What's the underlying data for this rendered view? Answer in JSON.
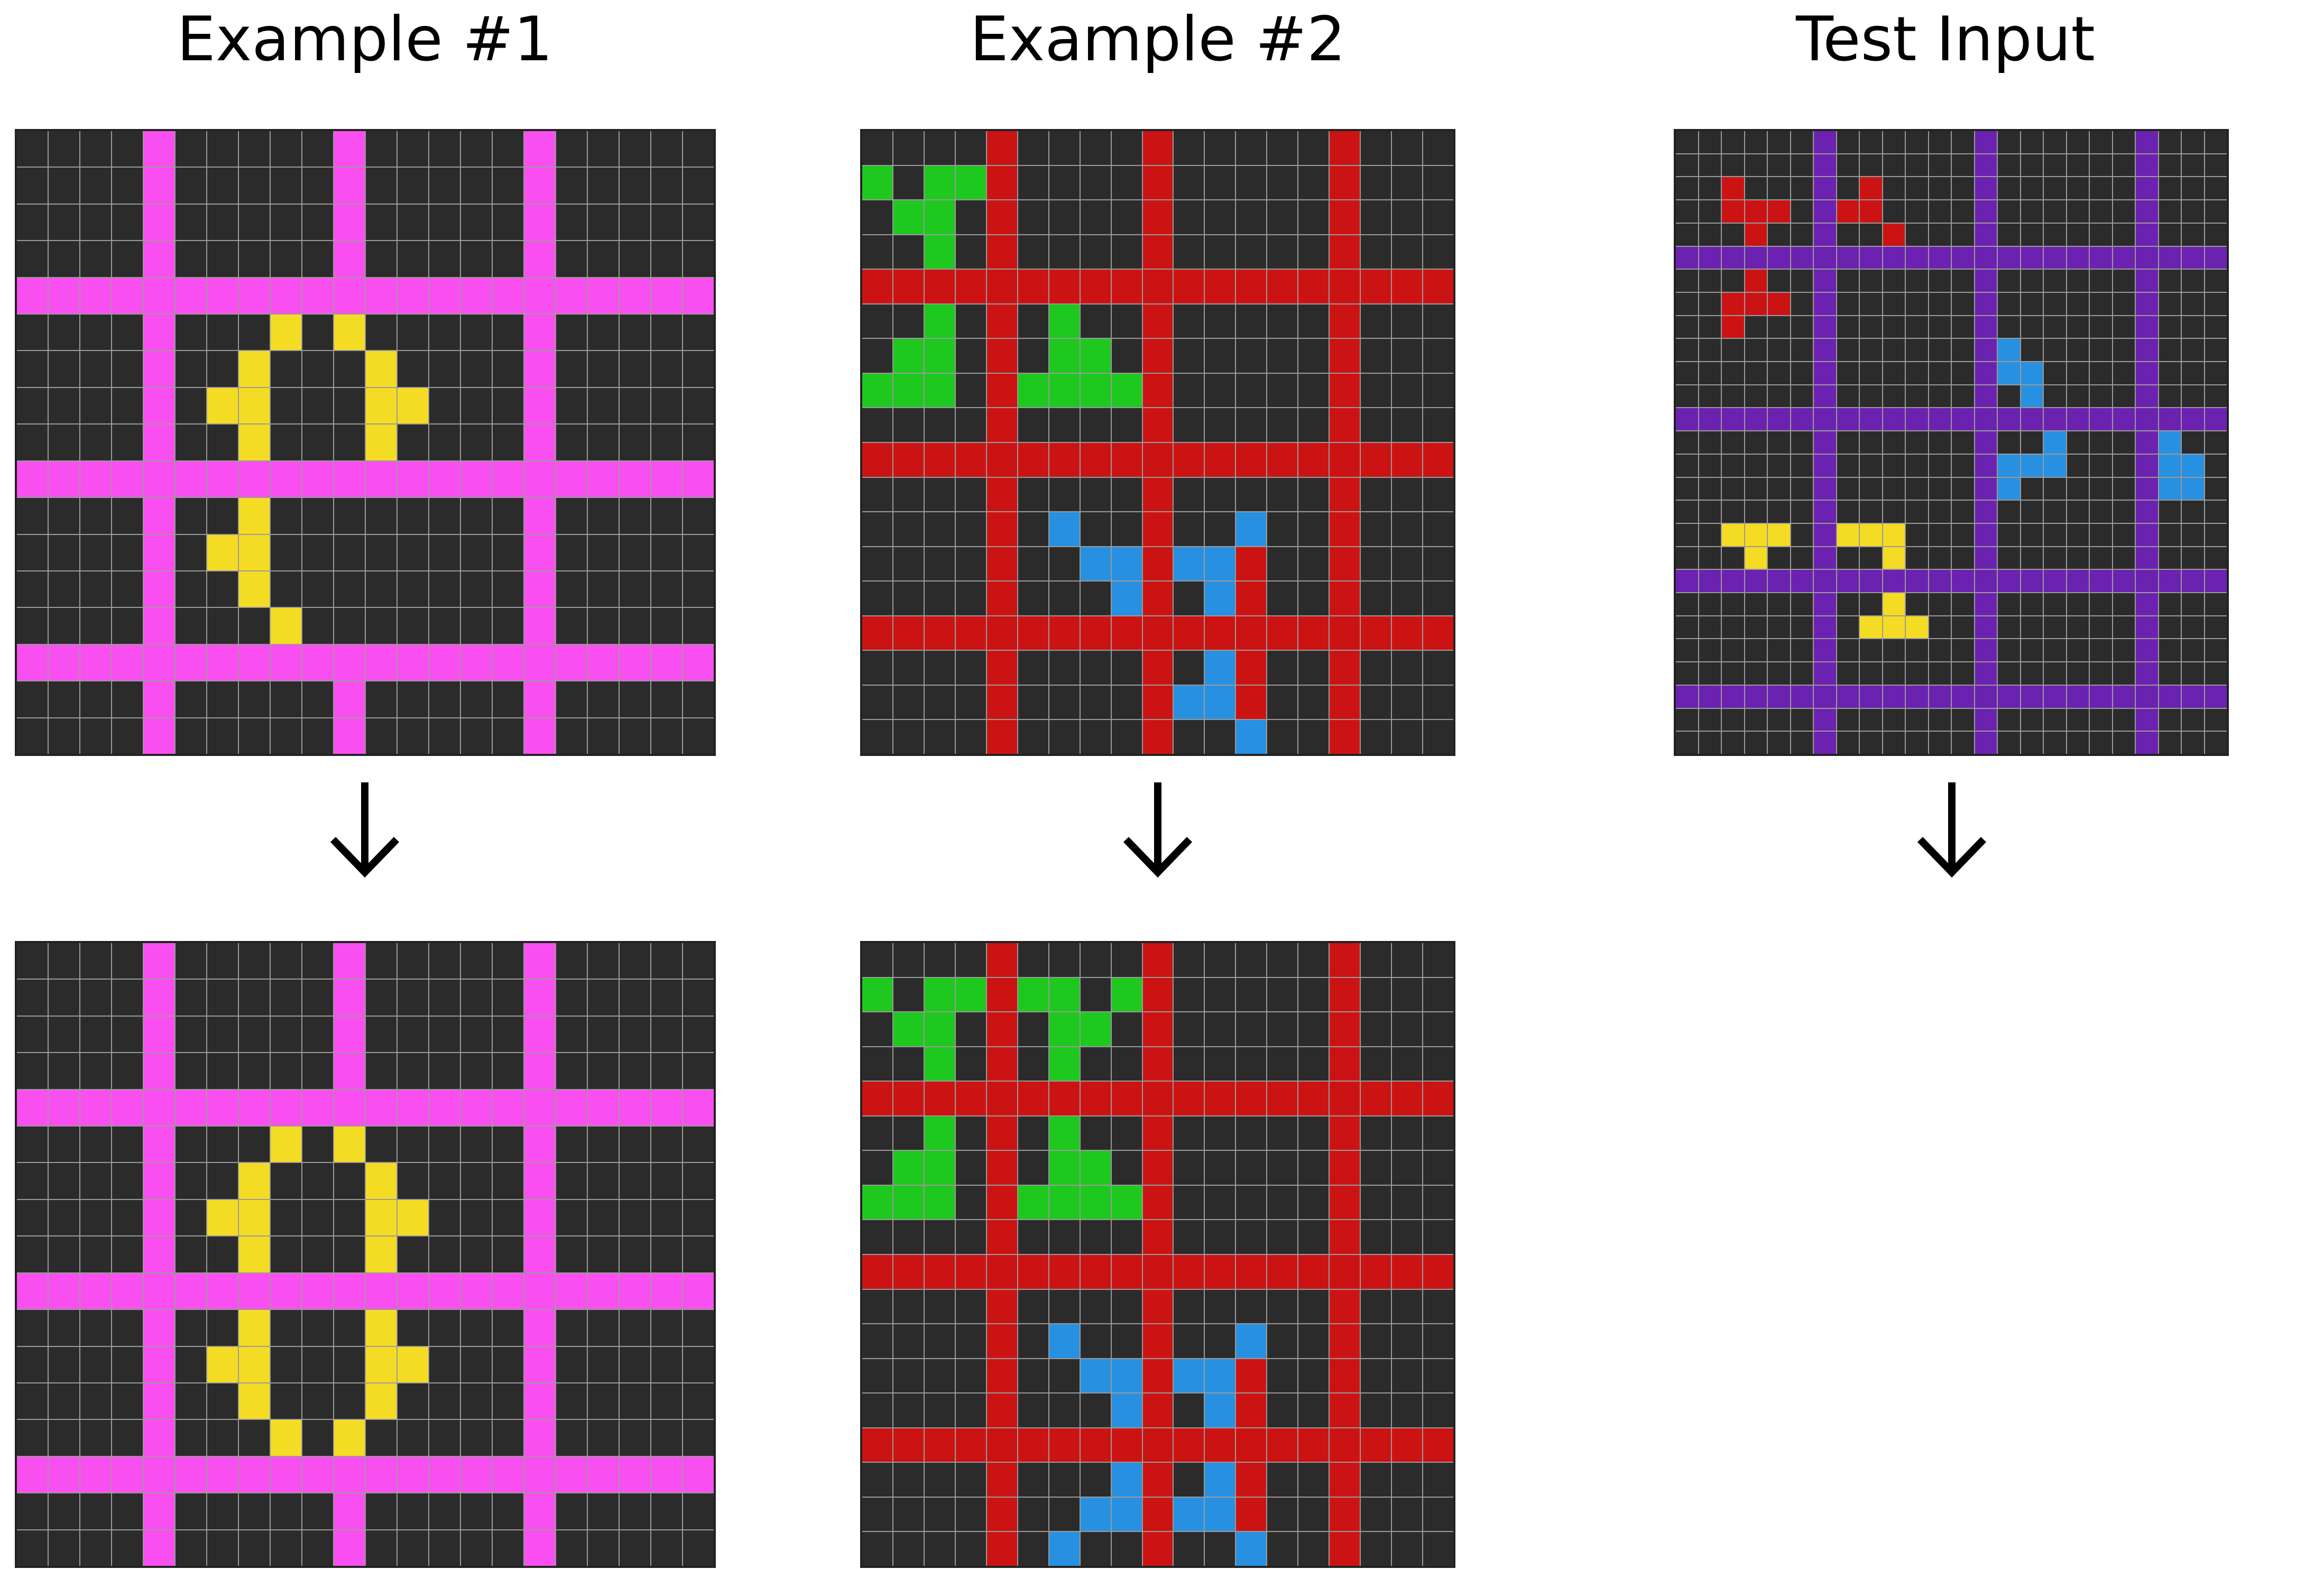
{
  "labels": {
    "ex1": "Example #1",
    "ex2": "Example #2",
    "test": "Test Input"
  },
  "colors": {
    "0": "#2b2b2b",
    "2": "#cc1313",
    "3": "#1ec81e",
    "4": "#f5dc24",
    "6": "#fa4ff0",
    "8": "#2890e0",
    "9": "#6c22b0"
  },
  "grids": {
    "ex1_in": [
      "0000600000600000600000",
      "0000600000600000600000",
      "0000600000600000600000",
      "0000600000600000600000",
      "6666666666666666666666",
      "0000600040400000600000",
      "0000600400040000600000",
      "0000604400044000600000",
      "0000600400040000600000",
      "6666666666666666666666",
      "0000600400000000600000",
      "0000604400000000600000",
      "0000600400000000600000",
      "0000600040000000600000",
      "6666666666666666666666",
      "0000600000600000600000",
      "0000600000600000600000"
    ],
    "ex1_out": [
      "0000600000600000600000",
      "0000600000600000600000",
      "0000600000600000600000",
      "0000600000600000600000",
      "6666666666666666666666",
      "0000600040400000600000",
      "0000600400040000600000",
      "0000604400044000600000",
      "0000600400040000600000",
      "6666666666666666666666",
      "0000600400040000600000",
      "0000604400044000600000",
      "0000600400040000600000",
      "0000600040400000600000",
      "6666666666666666666666",
      "0000600000600000600000",
      "0000600000600000600000"
    ],
    "ex2_in": [
      "0000200002000002000",
      "3033200002000002000",
      "0330200002000002000",
      "0030200002000002000",
      "2222222222222222222",
      "0030203002000002000",
      "0330203302000002000",
      "3330233332000002000",
      "0000200002000002000",
      "2222222222222222222",
      "0000200002000002000",
      "0000208002008002000",
      "0000200882882002000",
      "0000200082082002000",
      "2222222222222222222",
      "0000200002082002000",
      "0000200002882002000",
      "0000200002008002000"
    ],
    "ex2_out": [
      "0000200002000002000",
      "3033233032000002000",
      "0330203302000002000",
      "0030203002000002000",
      "2222222222222222222",
      "0030203002000002000",
      "0330203302000002000",
      "3330233332000002000",
      "0000200002000002000",
      "2222222222222222222",
      "0000200002000002000",
      "0000208002008002000",
      "0000200882882002000",
      "0000200082082002000",
      "2222222222222222222",
      "0000200082082002000",
      "0000200882882002000",
      "0000208002008002000"
    ],
    "test_in": [
      "000000900000090000009000",
      "000000900000090000009000",
      "002000902000090000009000",
      "002220922000090000009000",
      "000200900200090000009000",
      "999999999999999999999999",
      "000200900000090000009000",
      "002220900000090000009000",
      "002000900000090000009000",
      "000000900000098000009000",
      "000000900000098800009000",
      "000000900000090800009000",
      "999999999999999999999999",
      "000000900000090080009800",
      "000000900000098880009880",
      "000000900000098000009880",
      "000000900000090000009000",
      "004440944400090000009000",
      "000400900400090000009000",
      "999999999999999999999999",
      "000000900400090000009000",
      "000000904440090000009000",
      "000000900000090000009000",
      "000000900000090000009000",
      "999999999999999999999999",
      "000000900000090000009000",
      "000000900000090000009000"
    ]
  }
}
